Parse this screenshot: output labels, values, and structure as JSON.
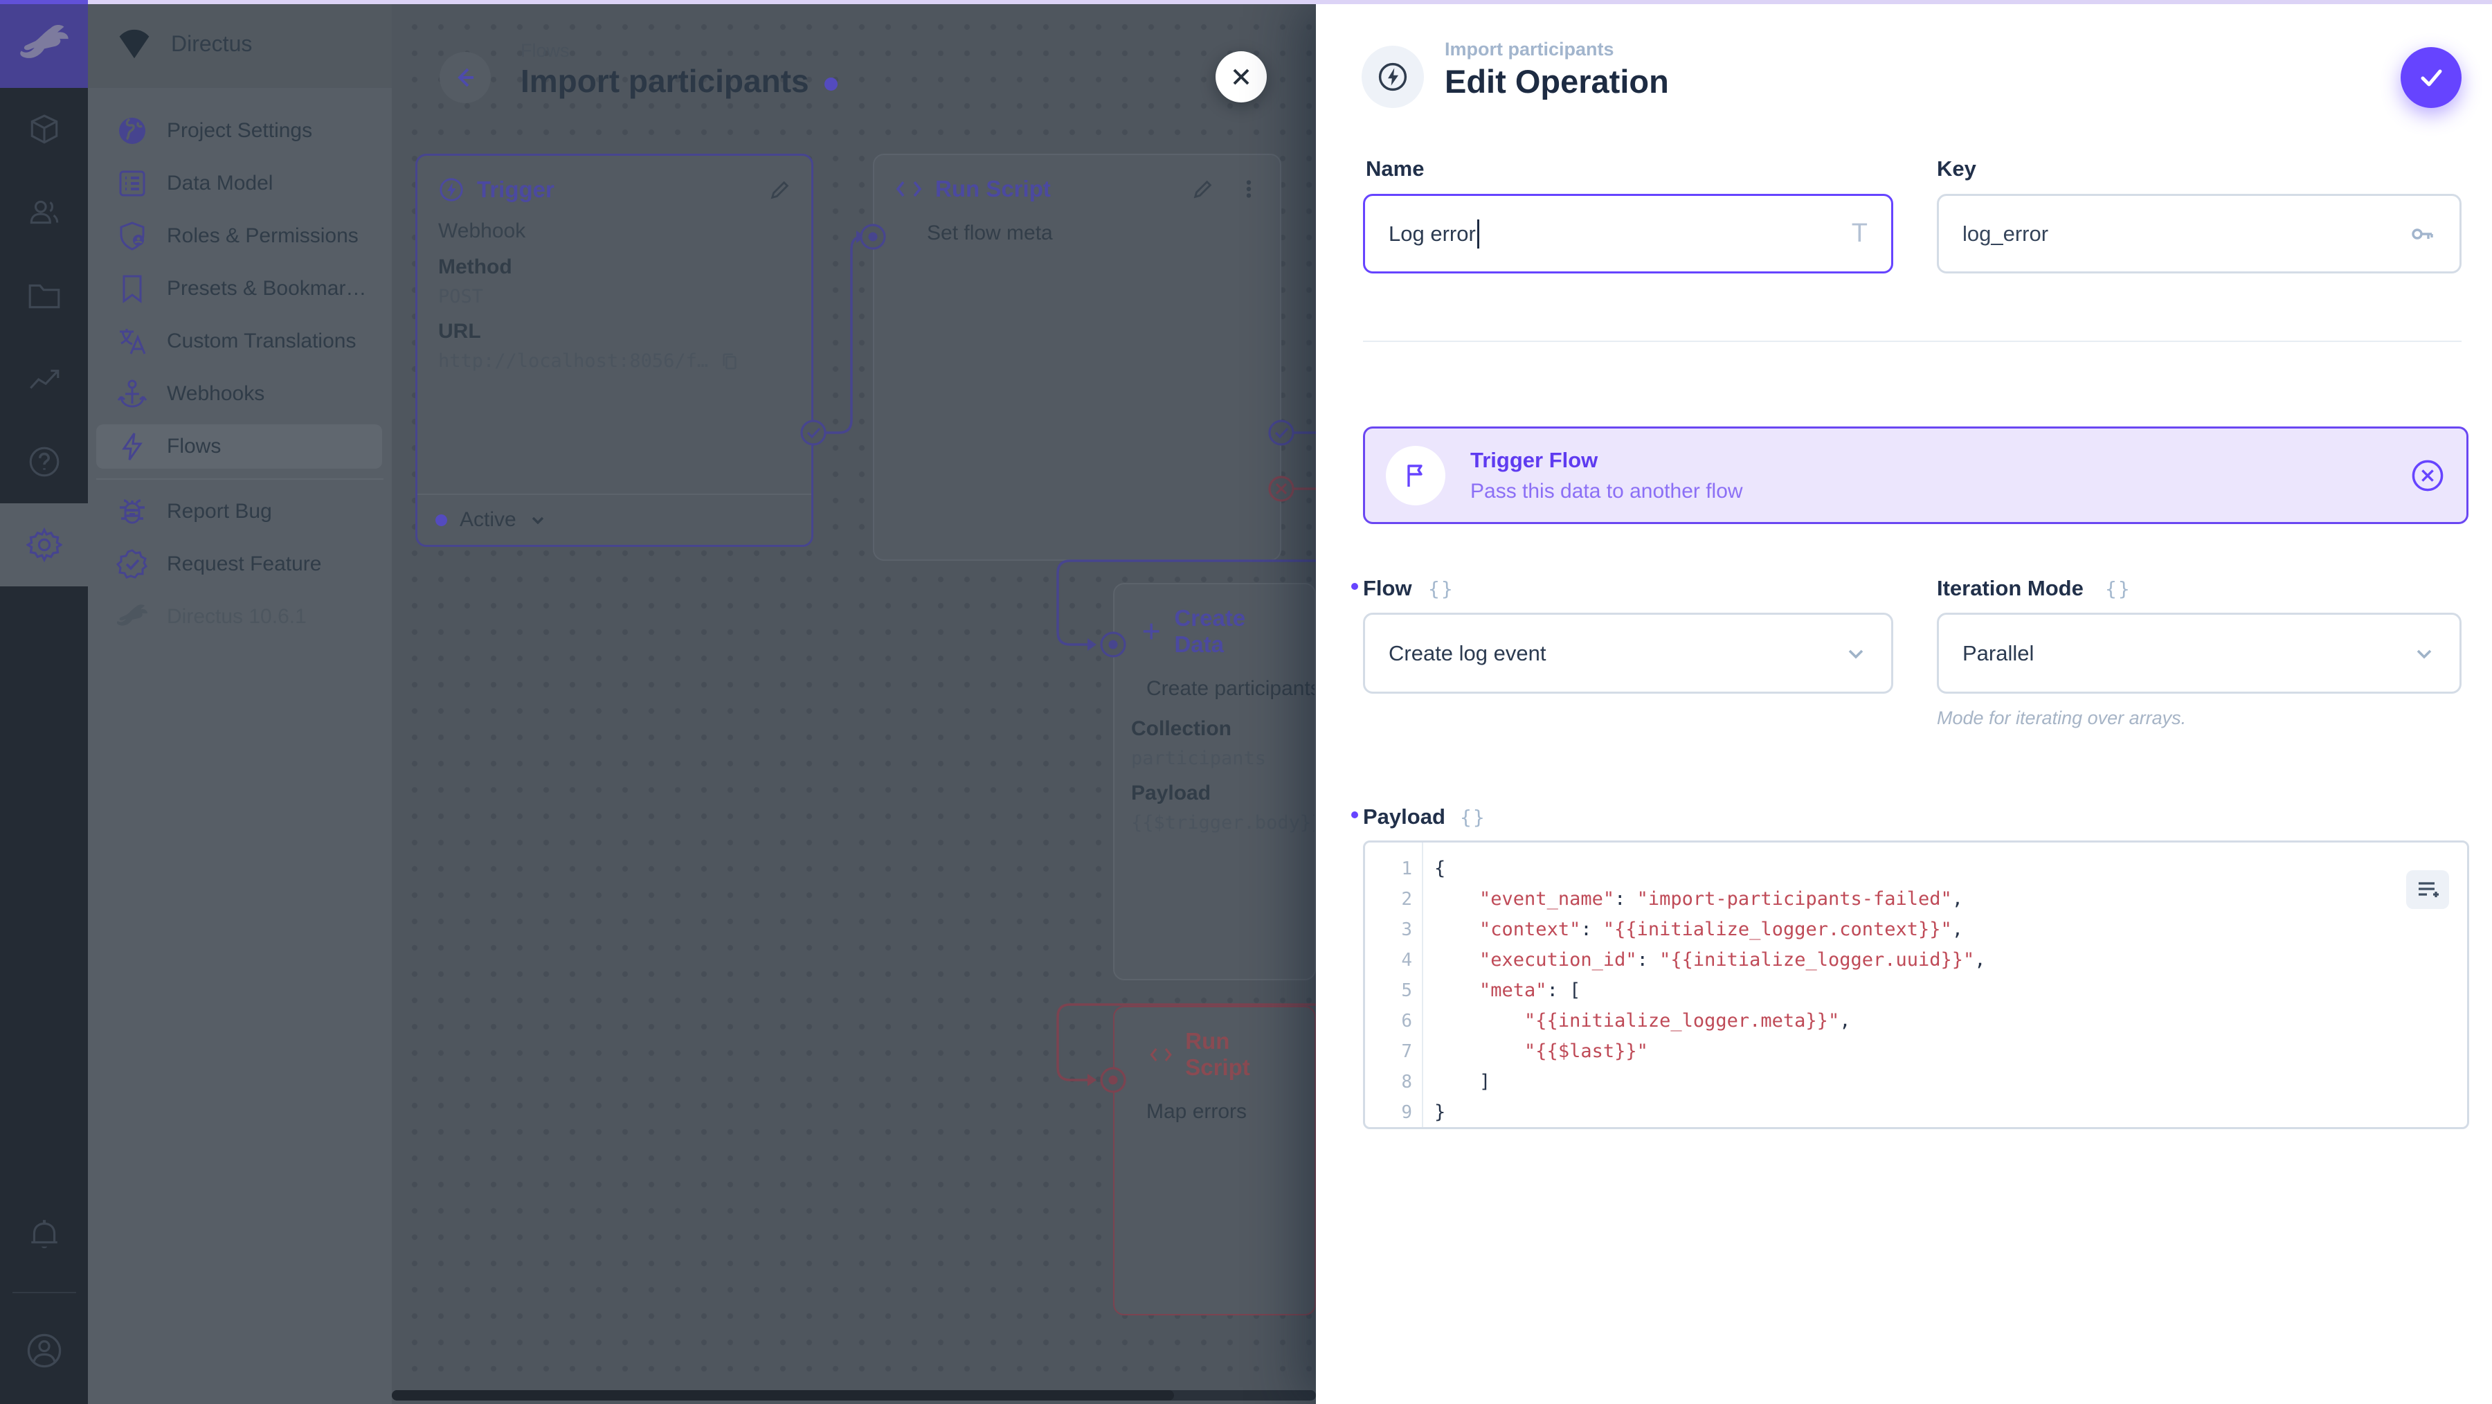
{
  "accent_color": "#6644ff",
  "dim_purple": "#47458e",
  "dim_maroon": "#7c4350",
  "module_bar": {
    "icons": [
      "directus-rabbit-logo",
      "box-icon",
      "users-icon",
      "folder-icon",
      "insights-icon",
      "help-icon",
      "settings-gear-icon",
      "bell-icon",
      "avatar-icon"
    ],
    "active_module": "settings"
  },
  "sidebar": {
    "project_name": "Directus",
    "items": [
      {
        "label": "Project Settings",
        "icon": "globe-icon"
      },
      {
        "label": "Data Model",
        "icon": "list-icon"
      },
      {
        "label": "Roles & Permissions",
        "icon": "shield-user-icon"
      },
      {
        "label": "Presets & Bookmar…",
        "icon": "bookmark-icon"
      },
      {
        "label": "Custom Translations",
        "icon": "translate-icon"
      },
      {
        "label": "Webhooks",
        "icon": "anchor-icon"
      },
      {
        "label": "Flows",
        "icon": "bolt-icon",
        "active": true
      }
    ],
    "secondary_items": [
      {
        "label": "Report Bug",
        "icon": "bug-icon"
      },
      {
        "label": "Request Feature",
        "icon": "verified-icon"
      }
    ],
    "version": "Directus 10.6.1"
  },
  "canvas": {
    "breadcrumb": "Flows",
    "title": "Import participants",
    "trigger_panel": {
      "title": "Trigger",
      "type": "Webhook",
      "method_label": "Method",
      "method": "POST",
      "url_label": "URL",
      "url": "http://localhost:8056/f…",
      "status": "Active"
    },
    "run_script_panel": {
      "title": "Run Script",
      "name": "Set flow meta"
    },
    "create_data_panel": {
      "title": "Create Data",
      "name": "Create participants",
      "collection_label": "Collection",
      "collection": "participants",
      "payload_label": "Payload",
      "payload": "{{$trigger.body}}"
    },
    "map_errors_panel": {
      "title": "Run Script",
      "name": "Map errors"
    }
  },
  "drawer": {
    "breadcrumb": "Import participants",
    "title": "Edit Operation",
    "name_field": {
      "label": "Name",
      "value": "Log error"
    },
    "key_field": {
      "label": "Key",
      "value": "log_error"
    },
    "trigger_flow_card": {
      "title": "Trigger Flow",
      "subtitle": "Pass this data to another flow"
    },
    "flow_field": {
      "label": "Flow",
      "value": "Create log event"
    },
    "iteration_field": {
      "label": "Iteration Mode",
      "value": "Parallel",
      "note": "Mode for iterating over arrays."
    },
    "payload_field": {
      "label": "Payload"
    },
    "payload_editor": {
      "line_count": 9,
      "lines": [
        [
          {
            "t": "{",
            "c": "d"
          }
        ],
        [
          {
            "t": "    ",
            "c": "d"
          },
          {
            "t": "\"event_name\"",
            "c": "r"
          },
          {
            "t": ": ",
            "c": "d"
          },
          {
            "t": "\"import-participants-failed\"",
            "c": "r"
          },
          {
            "t": ",",
            "c": "d"
          }
        ],
        [
          {
            "t": "    ",
            "c": "d"
          },
          {
            "t": "\"context\"",
            "c": "r"
          },
          {
            "t": ": ",
            "c": "d"
          },
          {
            "t": "\"{{initialize_logger.context}}\"",
            "c": "r"
          },
          {
            "t": ",",
            "c": "d"
          }
        ],
        [
          {
            "t": "    ",
            "c": "d"
          },
          {
            "t": "\"execution_id\"",
            "c": "r"
          },
          {
            "t": ": ",
            "c": "d"
          },
          {
            "t": "\"{{initialize_logger.uuid}}\"",
            "c": "r"
          },
          {
            "t": ",",
            "c": "d"
          }
        ],
        [
          {
            "t": "    ",
            "c": "d"
          },
          {
            "t": "\"meta\"",
            "c": "r"
          },
          {
            "t": ": ",
            "c": "d"
          },
          {
            "t": "[",
            "c": "d"
          }
        ],
        [
          {
            "t": "        ",
            "c": "d"
          },
          {
            "t": "\"{{initialize_logger.meta}}\"",
            "c": "r"
          },
          {
            "t": ",",
            "c": "d"
          }
        ],
        [
          {
            "t": "        ",
            "c": "d"
          },
          {
            "t": "\"{{$last}}\"",
            "c": "r"
          }
        ],
        [
          {
            "t": "    ]",
            "c": "d"
          }
        ],
        [
          {
            "t": "}",
            "c": "d"
          }
        ]
      ]
    }
  }
}
